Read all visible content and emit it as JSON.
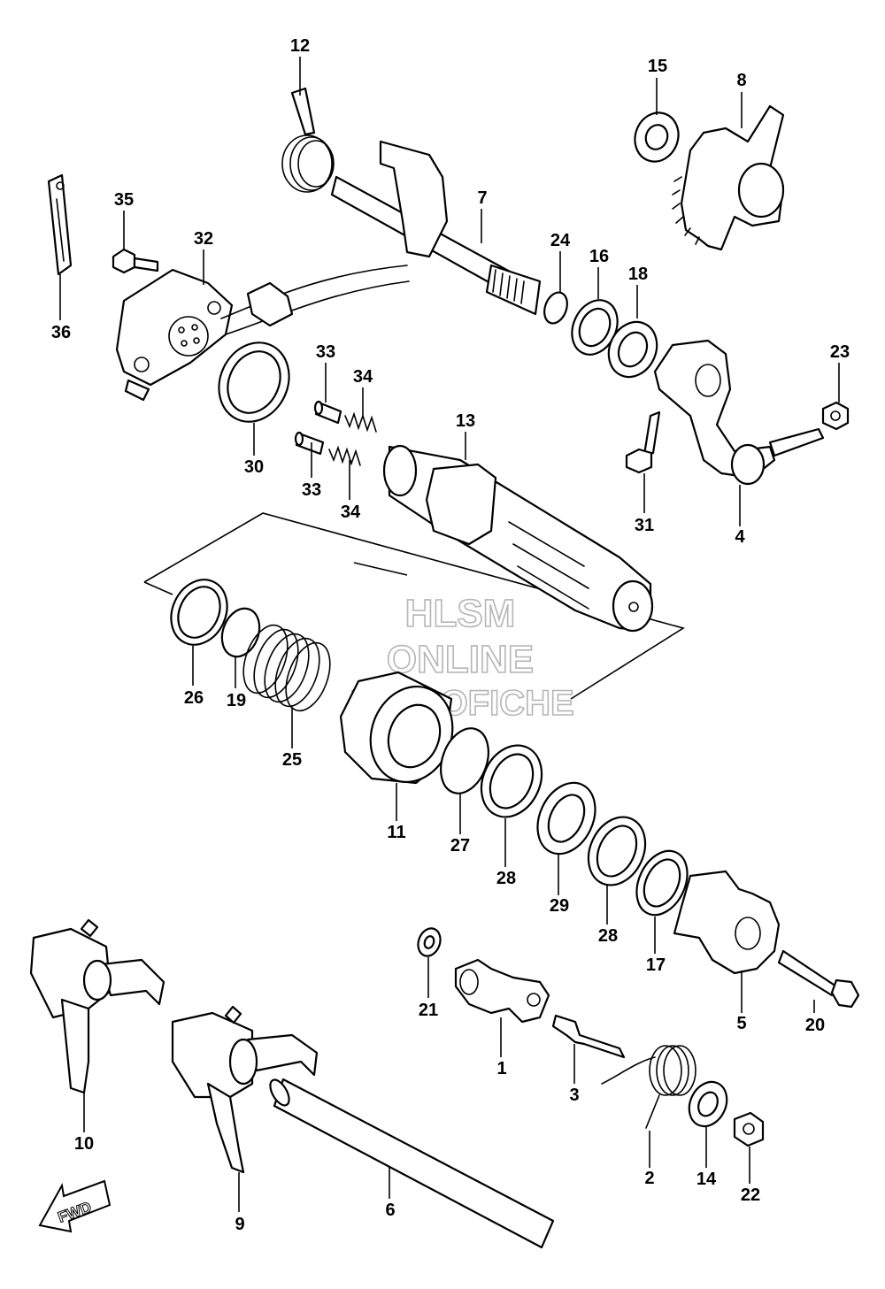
{
  "watermark": {
    "line1": "HLSM",
    "line2": "ONLINE",
    "line3": "MICROFICHE"
  },
  "direction_label": "FWD",
  "part_numbers": {
    "p1": "1",
    "p2": "2",
    "p3": "3",
    "p4": "4",
    "p5": "5",
    "p6": "6",
    "p7": "7",
    "p8": "8",
    "p9": "9",
    "p10": "10",
    "p11": "11",
    "p12": "12",
    "p13": "13",
    "p14": "14",
    "p15": "15",
    "p16": "16",
    "p17": "17",
    "p18": "18",
    "p19": "19",
    "p20": "20",
    "p21": "21",
    "p22": "22",
    "p23": "23",
    "p24": "24",
    "p25": "25",
    "p26": "26",
    "p27": "27",
    "p28a": "28",
    "p28b": "28",
    "p29": "29",
    "p30": "30",
    "p31": "31",
    "p32": "32",
    "p33a": "33",
    "p33b": "33",
    "p34a": "34",
    "p34b": "34",
    "p35": "35",
    "p36": "36"
  }
}
